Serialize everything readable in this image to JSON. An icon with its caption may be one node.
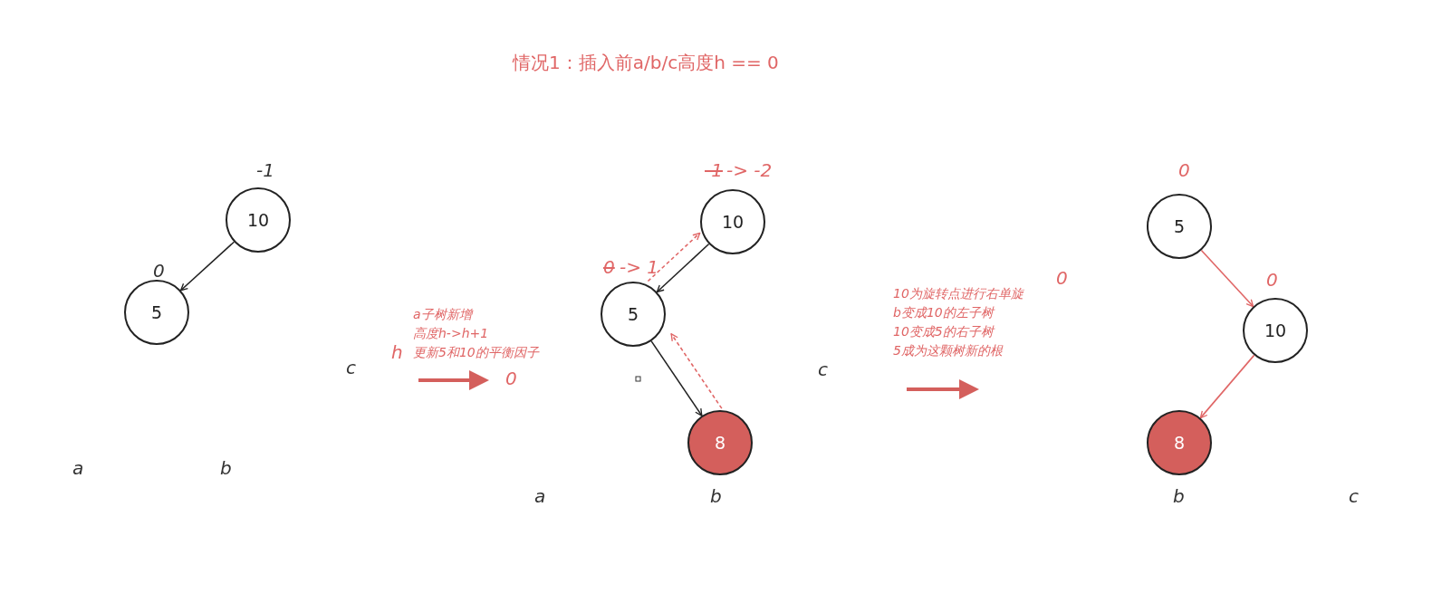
{
  "diagram": {
    "title": "情况1：插入前a/b/c高度h == 0",
    "nodes": [
      {
        "text": [
          "10"
        ],
        "beside": [
          "-1"
        ]
      },
      {
        "text": [
          "5"
        ],
        "beside": [
          "0"
        ]
      },
      {
        "text": [
          "10"
        ],
        "beside": [
          "-1",
          "-> -2"
        ]
      },
      {
        "text": [
          "5"
        ],
        "beside": [
          "0",
          "-> 1"
        ]
      },
      {
        "text": [
          "8"
        ]
      },
      {
        "text": [
          "5"
        ],
        "beside": [
          "0"
        ]
      },
      {
        "text": [
          "10"
        ],
        "beside": [
          "0"
        ]
      },
      {
        "text": [
          "8"
        ]
      }
    ],
    "edges": [
      {
        "from": 0,
        "to": 1,
        "arrow": "to",
        "color": "#222222"
      },
      {
        "from": 2,
        "to": 3,
        "arrow": "to",
        "color": "#222222"
      },
      {
        "from": 3,
        "to": 4,
        "arrow": "to",
        "color": "#222222"
      },
      {
        "from": 4,
        "to": 3,
        "arrow": "to",
        "style": "dashed",
        "color": "#e06666"
      },
      {
        "from": 3,
        "to": 2,
        "arrow": "to",
        "style": "dashed",
        "color": "#e06666"
      },
      {
        "from": 5,
        "to": 6,
        "arrow": "to",
        "color": "#e06666"
      },
      {
        "from": 6,
        "to": 7,
        "arrow": "to",
        "color": "#e06666"
      }
    ],
    "labels": [
      "a",
      "b",
      "c",
      "a子树新增",
      "高度h->h+1",
      "h",
      "更新5和10的平衡因子",
      "0",
      "a",
      "b",
      "c",
      "0",
      "10为旋转点进行右单旋",
      "b变成10的左子树",
      "10变成5的右子树",
      "5成为这颗树新的根",
      "b",
      "c"
    ]
  }
}
